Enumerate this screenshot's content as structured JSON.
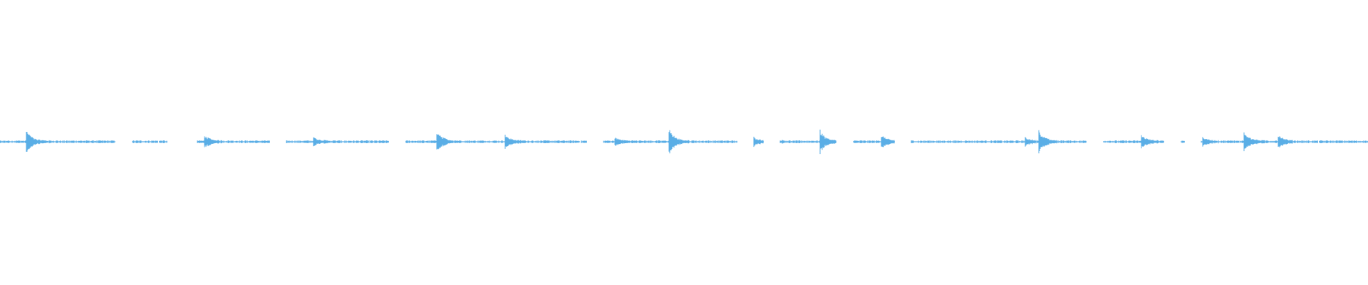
{
  "waveform": {
    "color": "#5aaee6",
    "background": "#ffffff",
    "bursts": [
      0.02,
      0.15,
      0.23,
      0.32,
      0.37,
      0.45,
      0.49,
      0.55,
      0.565,
      0.6,
      0.645,
      0.75,
      0.76,
      0.835,
      0.88,
      0.91,
      0.935
    ],
    "gaps": [
      0.09,
      0.128,
      0.138,
      0.203,
      0.29,
      0.435,
      0.545,
      0.564,
      0.617,
      0.66,
      0.8,
      0.857,
      0.872
    ]
  }
}
